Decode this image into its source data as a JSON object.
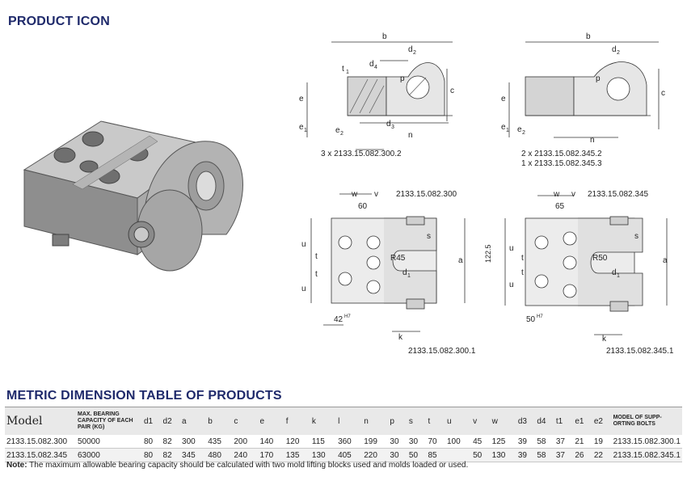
{
  "header": {
    "product_icon": "PRODUCT ICON"
  },
  "drawings": {
    "labels": {
      "b": "b",
      "d2": "d",
      "d2_sub": "2",
      "d4": "d",
      "d4_sub": "4",
      "t1": "t",
      "t1_sub": "1",
      "p": "p",
      "c": "c",
      "e": "e",
      "e1": "e",
      "e1_sub": "1",
      "e2": "e",
      "e2_sub": "2",
      "d3": "d",
      "d3_sub": "3",
      "n": "n",
      "w": "w",
      "v": "v",
      "a": "a",
      "u": "u",
      "t": "t",
      "k": "k",
      "s": "s",
      "d1": "d",
      "d1_sub": "1"
    },
    "tl_callout": "3 x 2133.15.082.300.2",
    "tr_callout_1": "2 x 2133.15.082.345.2",
    "tr_callout_2": "1 x 2133.15.082.345.3",
    "bl_part": "2133.15.082.300",
    "bl_dim": "60",
    "bl_radius": "R45",
    "bl_bore": "42",
    "bl_bore_fit": "H7",
    "bl_bottom": "2133.15.082.300.1",
    "br_part": "2133.15.082.345",
    "br_dim": "65",
    "br_radius": "R50",
    "br_bore": "50",
    "br_bore_fit": "H7",
    "br_side": "122.5",
    "br_bottom": "2133.15.082.345.1"
  },
  "table": {
    "title": "METRIC DIMENSION TABLE OF PRODUCTS",
    "headers": [
      "Model",
      "MAX. BEARING CAPACITY OF EACH PAIR (KG)",
      "d1",
      "d2",
      "a",
      "b",
      "c",
      "e",
      "f",
      "k",
      "l",
      "n",
      "p",
      "s",
      "t",
      "u",
      "v",
      "w",
      "d3",
      "d4",
      "t1",
      "e1",
      "e2",
      "MODEL OF SUPP- ORTING BOLTS"
    ],
    "rows": [
      [
        "2133.15.082.300",
        "50000",
        "80",
        "82",
        "300",
        "435",
        "200",
        "140",
        "120",
        "115",
        "360",
        "199",
        "30",
        "30",
        "70",
        "100",
        "45",
        "125",
        "39",
        "58",
        "37",
        "21",
        "19",
        "2133.15.082.300.1"
      ],
      [
        "2133.15.082.345",
        "63000",
        "80",
        "82",
        "345",
        "480",
        "240",
        "170",
        "135",
        "130",
        "405",
        "220",
        "30",
        "50",
        "85",
        "",
        "50",
        "130",
        "39",
        "58",
        "37",
        "26",
        "22",
        "2133.15.082.345.1"
      ]
    ],
    "note_label": "Note:",
    "note_text": " The maximum allowable bearing capacity should be calculated with two mold lifting blocks used and molds loaded or used."
  }
}
